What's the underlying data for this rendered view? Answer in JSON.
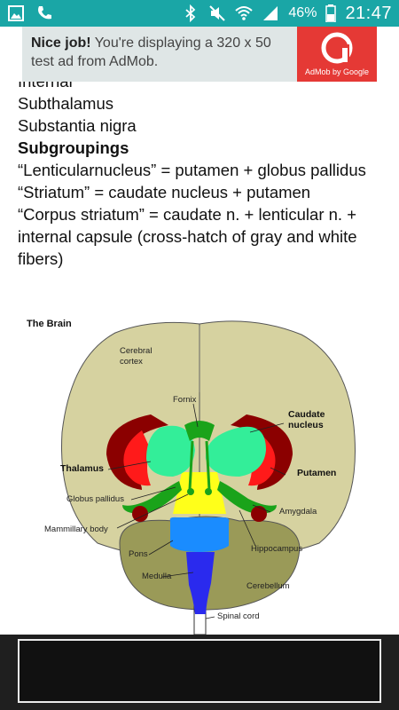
{
  "status": {
    "battery": "46%",
    "time": "21:47"
  },
  "ad": {
    "headline": "Nice job!",
    "message": "You're displaying a 320 x 50 test ad from AdMob.",
    "brand": "AdMob by Google"
  },
  "content": {
    "partial_line": "Internal",
    "lines": [
      "Subthalamus",
      "Substantia nigra"
    ],
    "heading": "Subgroupings",
    "paragraphs": [
      "“Lenticularnucleus” = putamen + globus pallidus",
      "“Striatum” = caudate nucleus + putamen",
      "“Corpus striatum” = caudate n. + lenticular n. + internal capsule (cross-hatch of gray and white fibers)"
    ]
  },
  "figure": {
    "title": "The Brain",
    "labels": {
      "cerebral_cortex_1": "Cerebral",
      "cerebral_cortex_2": "cortex",
      "fornix": "Fornix",
      "caudate_1": "Caudate",
      "caudate_2": "nucleus",
      "thalamus": "Thalamus",
      "putamen": "Putamen",
      "globus_pallidus": "Globus pallidus",
      "amygdala": "Amygdala",
      "mammillary_body": "Mammillary body",
      "hippocampus": "Hippocampus",
      "pons": "Pons",
      "medulla": "Medulla",
      "cerebellum": "Cerebellum",
      "spinal_cord": "Spinal cord"
    }
  },
  "colors": {
    "status_bar": "#1aa6a6",
    "ad_background": "#dfe6e6",
    "ad_logo": "#e53935",
    "brain_tan": "#d6d2a0",
    "caudate": "#8b0000",
    "putamen": "#ff1a1a",
    "thalamus": "#33ee99",
    "globus_green": "#1aa31a",
    "brainstem_yellow": "#ffff1a",
    "pons_blue": "#1a8cff",
    "medulla_blue": "#2a2aee",
    "cerebellum_olive": "#9a9a58"
  }
}
